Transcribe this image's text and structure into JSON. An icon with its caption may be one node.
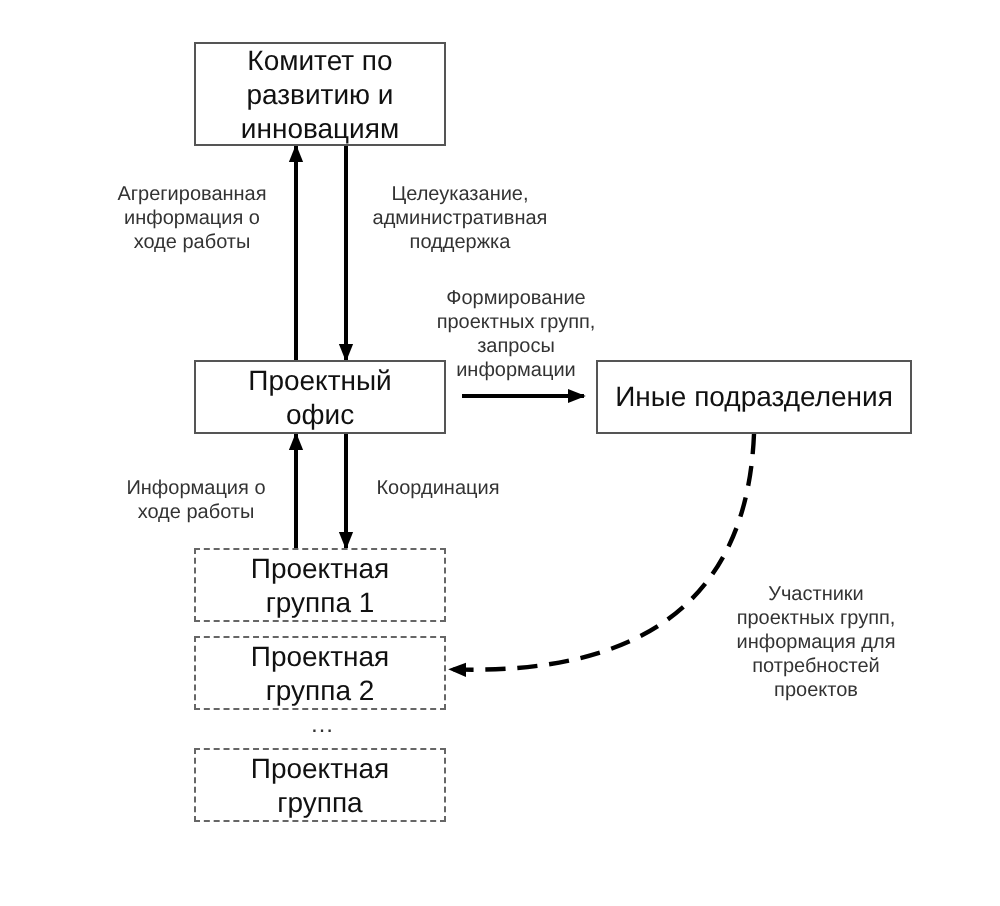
{
  "diagram": {
    "nodes": [
      {
        "text": [
          "Комитет по развитию и инновациям"
        ]
      },
      {
        "text": [
          "Проектный офис"
        ]
      },
      {
        "text": [
          "Иные подразделения"
        ]
      },
      {
        "text": [
          "Проектная группа 1"
        ]
      },
      {
        "text": [
          "Проектная группа 2"
        ]
      },
      {
        "text": [
          "Проектная группа"
        ]
      }
    ],
    "edges": [
      {
        "from": 1,
        "to": 0,
        "arrow": "to",
        "label": "Агрегированная информация о ходе работы"
      },
      {
        "from": 0,
        "to": 1,
        "arrow": "to",
        "label": "Целеуказание, административная поддержка"
      },
      {
        "from": 1,
        "to": 2,
        "arrow": "to",
        "label": "Формирование проектных групп, запросы информации"
      },
      {
        "from": 3,
        "to": 1,
        "arrow": "to",
        "label": "Информация о ходе работы"
      },
      {
        "from": 1,
        "to": 3,
        "arrow": "to",
        "label": "Координация"
      },
      {
        "from": 2,
        "to": 4,
        "arrow": "to",
        "style": "dashed",
        "label": "Участники проектных групп, информация для потребностей проектов"
      }
    ],
    "labels": [
      "…"
    ]
  }
}
